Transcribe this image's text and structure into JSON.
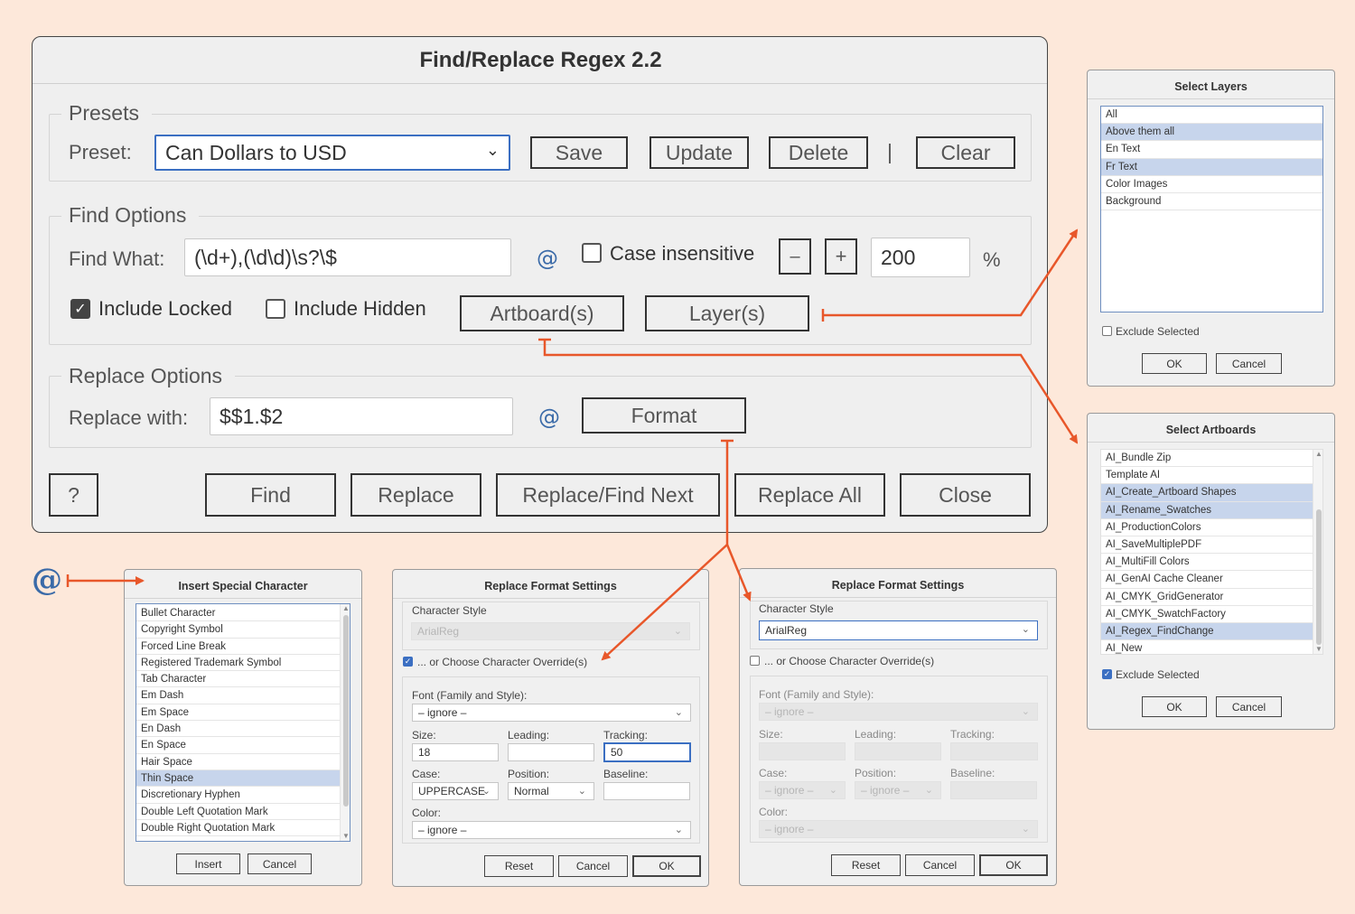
{
  "main": {
    "title": "Find/Replace Regex 2.2",
    "presets": {
      "group_title": "Presets",
      "label": "Preset:",
      "value": "Can Dollars to USD",
      "save": "Save",
      "update": "Update",
      "delete": "Delete",
      "separator": "|",
      "clear": "Clear"
    },
    "find_options": {
      "group_title": "Find Options",
      "find_label": "Find What:",
      "find_value": "(\\d+),(\\d\\d)\\s?\\$",
      "at_symbol": "@",
      "case_label": "Case insensitive",
      "case_checked": false,
      "minus": "–",
      "plus": "+",
      "size_value": "200",
      "percent": "%",
      "include_locked_label": "Include Locked",
      "include_locked_checked": true,
      "include_hidden_label": "Include Hidden",
      "include_hidden_checked": false,
      "artboards_button": "Artboard(s)",
      "layers_button": "Layer(s)"
    },
    "replace_options": {
      "group_title": "Replace Options",
      "replace_label": "Replace with:",
      "replace_value": "$$1.$2",
      "at_symbol": "@",
      "format_button": "Format"
    },
    "bottom": {
      "help": "?",
      "find": "Find",
      "replace": "Replace",
      "replace_find_next": "Replace/Find Next",
      "replace_all": "Replace All",
      "close": "Close"
    }
  },
  "annotation": {
    "at_symbol": "@",
    "arrow_color": "#e8572a",
    "icon_color": "#3a6aa8"
  },
  "select_layers": {
    "title": "Select Layers",
    "items": [
      {
        "label": "All",
        "selected": false
      },
      {
        "label": "Above them all",
        "selected": true
      },
      {
        "label": "En Text",
        "selected": false
      },
      {
        "label": "Fr Text",
        "selected": true
      },
      {
        "label": "Color Images",
        "selected": false
      },
      {
        "label": "Background",
        "selected": false
      }
    ],
    "exclude_label": "Exclude Selected",
    "exclude_checked": false,
    "ok": "OK",
    "cancel": "Cancel"
  },
  "select_artboards": {
    "title": "Select Artboards",
    "items": [
      {
        "label": "AI_Bundle Zip",
        "selected": false
      },
      {
        "label": "Template AI",
        "selected": false
      },
      {
        "label": "AI_Create_Artboard Shapes",
        "selected": true
      },
      {
        "label": "AI_Rename_Swatches",
        "selected": true
      },
      {
        "label": "AI_ProductionColors",
        "selected": false
      },
      {
        "label": "AI_SaveMultiplePDF",
        "selected": false
      },
      {
        "label": "AI_MultiFill Colors",
        "selected": false
      },
      {
        "label": "AI_GenAI Cache Cleaner",
        "selected": false
      },
      {
        "label": "AI_CMYK_GridGenerator",
        "selected": false
      },
      {
        "label": "AI_CMYK_SwatchFactory",
        "selected": false
      },
      {
        "label": "AI_Regex_FindChange",
        "selected": true
      },
      {
        "label": "AI_New",
        "selected": false
      }
    ],
    "exclude_label": "Exclude Selected",
    "exclude_checked": true,
    "ok": "OK",
    "cancel": "Cancel"
  },
  "insert_special": {
    "title": "Insert Special Character",
    "items": [
      {
        "label": "Bullet Character",
        "selected": false
      },
      {
        "label": "Copyright Symbol",
        "selected": false
      },
      {
        "label": "Forced Line Break",
        "selected": false
      },
      {
        "label": "Registered Trademark Symbol",
        "selected": false
      },
      {
        "label": "Tab Character",
        "selected": false
      },
      {
        "label": "Em Dash",
        "selected": false
      },
      {
        "label": "Em Space",
        "selected": false
      },
      {
        "label": "En Dash",
        "selected": false
      },
      {
        "label": "En Space",
        "selected": false
      },
      {
        "label": "Hair Space",
        "selected": false
      },
      {
        "label": "Thin Space",
        "selected": true
      },
      {
        "label": "Discretionary Hyphen",
        "selected": false
      },
      {
        "label": "Double Left Quotation Mark",
        "selected": false
      },
      {
        "label": "Double Right Quotation Mark",
        "selected": false
      }
    ],
    "insert": "Insert",
    "cancel": "Cancel"
  },
  "format_left": {
    "title": "Replace Format Settings",
    "char_style_label": "Character Style",
    "char_style_value": "ArialReg",
    "override_label": "... or Choose Character Override(s)",
    "override_checked": true,
    "font_label": "Font (Family and Style):",
    "font_value": "– ignore –",
    "size_label": "Size:",
    "size_value": "18",
    "leading_label": "Leading:",
    "leading_value": "",
    "tracking_label": "Tracking:",
    "tracking_value": "50",
    "case_label": "Case:",
    "case_value": "UPPERCASE",
    "position_label": "Position:",
    "position_value": "Normal",
    "baseline_label": "Baseline:",
    "baseline_value": "",
    "color_label": "Color:",
    "color_value": "– ignore –",
    "reset": "Reset",
    "cancel": "Cancel",
    "ok": "OK"
  },
  "format_right": {
    "title": "Replace Format Settings",
    "char_style_label": "Character Style",
    "char_style_value": "ArialReg",
    "override_label": "... or Choose Character Override(s)",
    "override_checked": false,
    "font_label": "Font (Family and Style):",
    "font_value": "– ignore –",
    "size_label": "Size:",
    "leading_label": "Leading:",
    "tracking_label": "Tracking:",
    "case_label": "Case:",
    "case_value": "– ignore –",
    "position_label": "Position:",
    "position_value": "– ignore –",
    "baseline_label": "Baseline:",
    "color_label": "Color:",
    "color_value": "– ignore –",
    "reset": "Reset",
    "cancel": "Cancel",
    "ok": "OK"
  }
}
